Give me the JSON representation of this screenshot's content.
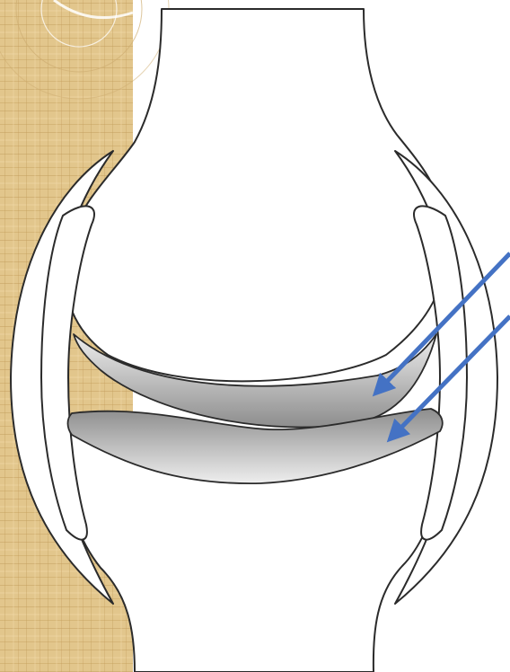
{
  "slide": {
    "background": {
      "texture": "papyrus-parchment",
      "base_color": "#e2c68c",
      "fiber_dark": "#c09a58",
      "fiber_light": "#f2dcaa"
    }
  },
  "diagram": {
    "subject": "synovial-joint",
    "colors": {
      "bone_fill": "#ffffff",
      "outline": "#2b2b2b",
      "cartilage_light": "#eeeeee",
      "cartilage_dark": "#8d8d8d",
      "arrow": "#4472c4"
    },
    "arrows": [
      {
        "id": "arrow-upper-cartilage",
        "points_to": "upper-articular-cartilage"
      },
      {
        "id": "arrow-lower-cartilage",
        "points_to": "lower-articular-cartilage"
      }
    ]
  }
}
